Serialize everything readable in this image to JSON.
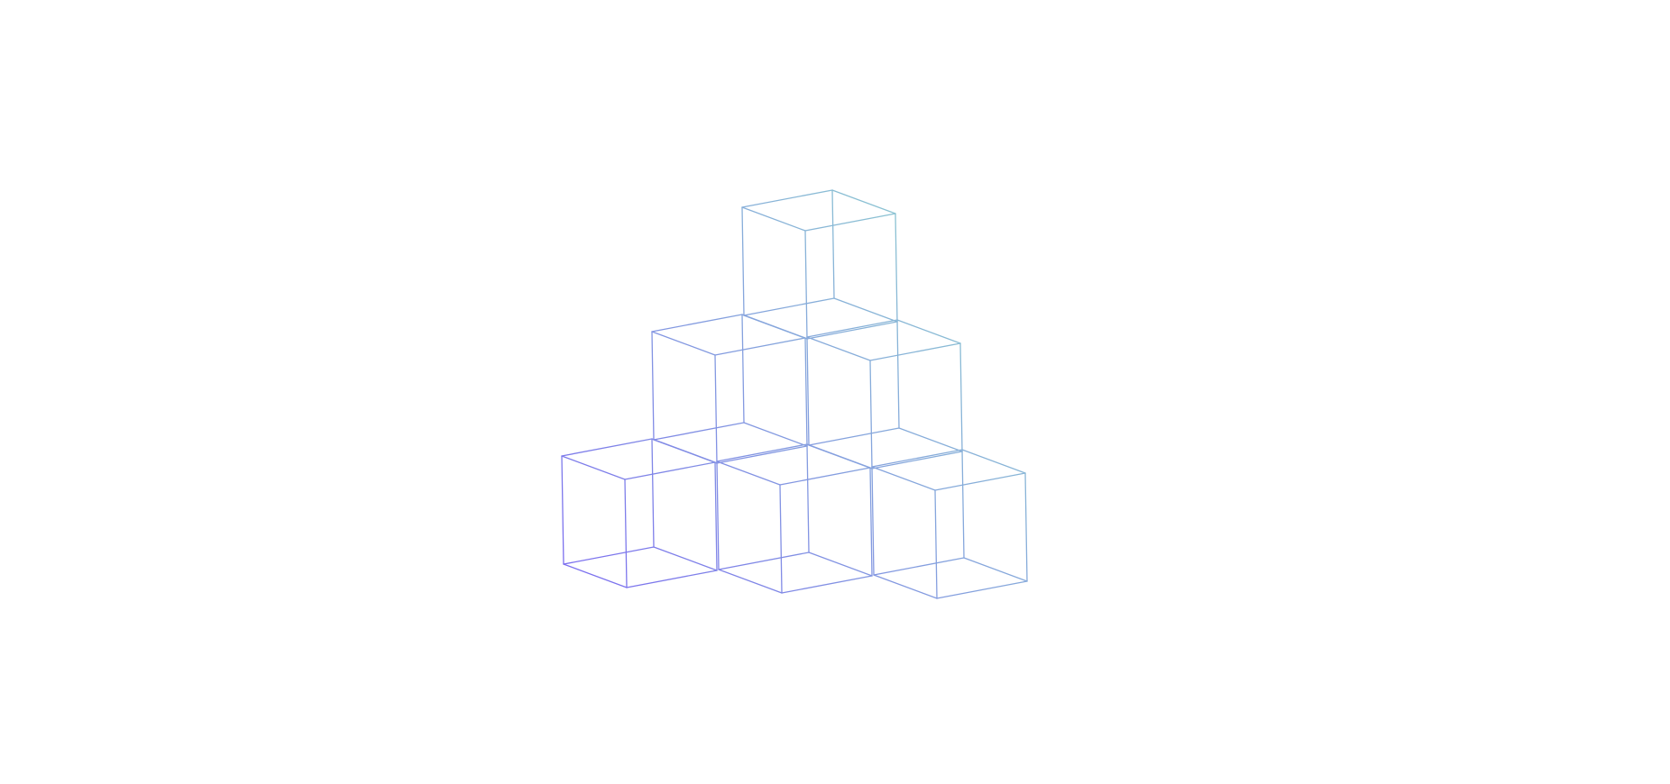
{
  "illustration": {
    "icon": "stacked-cubes-icon",
    "cubes": {
      "rows": [
        1,
        2,
        3
      ]
    },
    "colors": {
      "gradient_start": "#7b6cf0",
      "gradient_end": "#8fd6cc",
      "background": "#ffffff"
    }
  }
}
